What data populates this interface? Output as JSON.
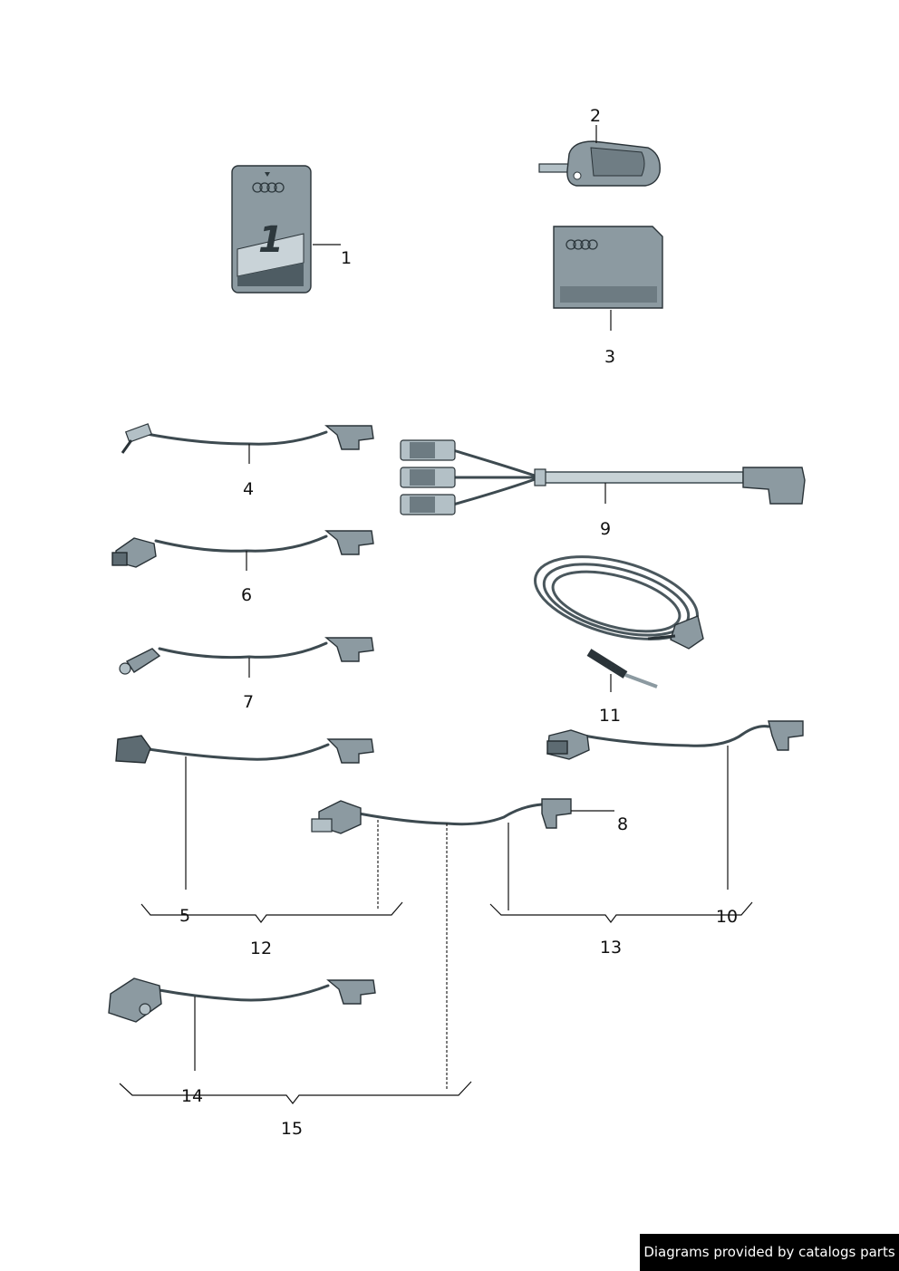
{
  "callouts": [
    "1",
    "2",
    "3",
    "4",
    "5",
    "6",
    "7",
    "8",
    "9",
    "10",
    "11",
    "12",
    "13",
    "14",
    "15"
  ],
  "footer": {
    "credit": "Diagrams provided by catalogs parts"
  },
  "colors": {
    "part_fill": "#8c9aa1",
    "part_dark": "#5d6b72",
    "cable": "#3d4a50",
    "credit_bg": "#000000",
    "credit_text": "#ffffff"
  }
}
